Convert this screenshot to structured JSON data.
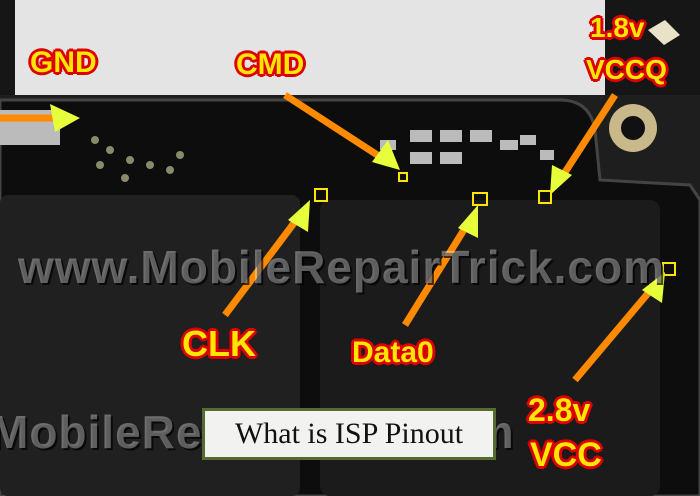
{
  "labels": {
    "gnd": "GND",
    "cmd": "CMD",
    "vccq_voltage": "1.8v",
    "vccq": "VCCQ",
    "clk": "CLK",
    "data0": "Data0",
    "vcc_voltage": "2.8v",
    "vcc": "VCC"
  },
  "watermark": {
    "main": "www.MobileRepairTrick.com",
    "bottom": "MobileRepairTrick.com"
  },
  "caption": "What is ISP Pinout",
  "colors": {
    "label_fill": "#ffe600",
    "label_outline": "#dd0000",
    "arrow": "#ff8a00",
    "board": "#141414"
  }
}
